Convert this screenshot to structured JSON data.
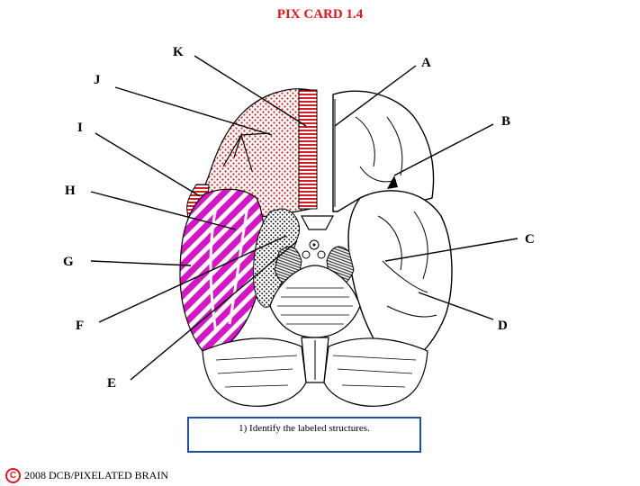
{
  "title": "PIX CARD 1.4",
  "question": "1) Identify the labeled structures.",
  "footer": {
    "symbol": "C",
    "text": "2008  DCB/PIXELATED BRAIN"
  },
  "labels": [
    "A",
    "B",
    "C",
    "D",
    "E",
    "F",
    "G",
    "H",
    "I",
    "J",
    "K"
  ],
  "colors": {
    "title": "#e8141e",
    "red_region": "#d21e1e",
    "magenta_region": "#d615c8",
    "box_border": "#1f4fa8"
  }
}
